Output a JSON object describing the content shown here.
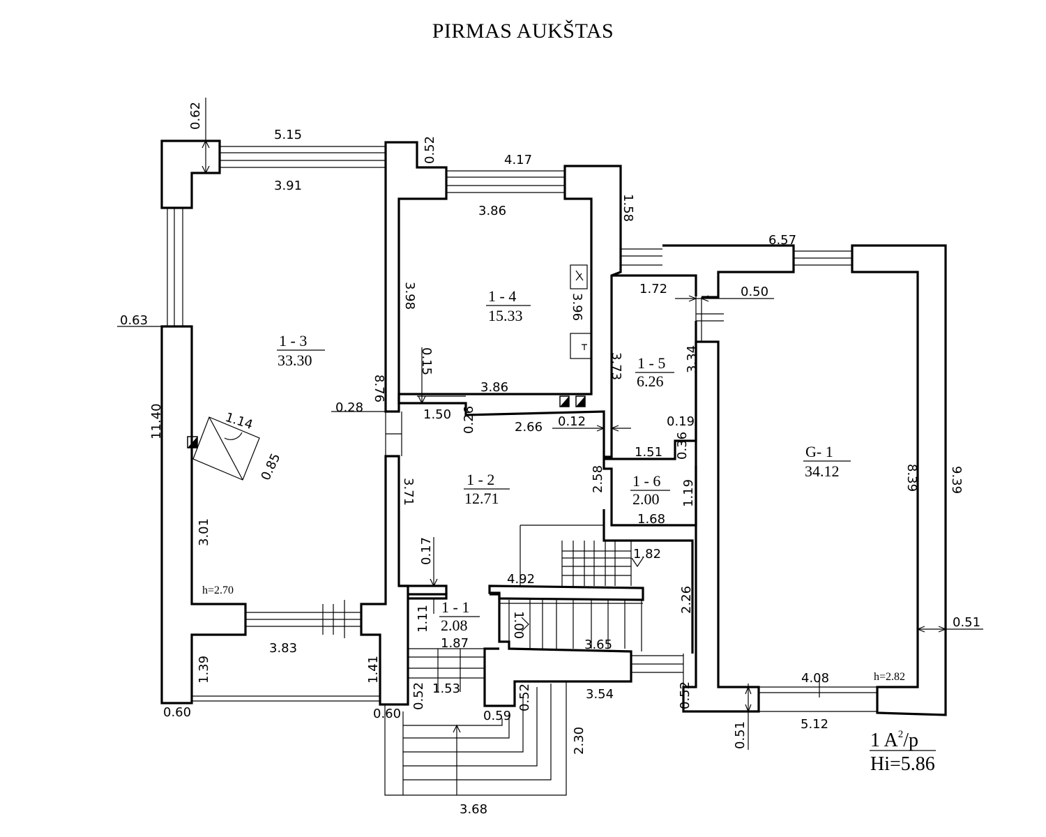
{
  "title": "PIRMAS AUKŠTAS",
  "rooms": [
    {
      "id": "1 - 3",
      "area": "33.30"
    },
    {
      "id": "1 - 4",
      "area": "15.33"
    },
    {
      "id": "1 - 5",
      "area": "6.26"
    },
    {
      "id": "1 - 2",
      "area": "12.71"
    },
    {
      "id": "1 - 6",
      "area": "2.00"
    },
    {
      "id": "1 - 1",
      "area": "2.08"
    },
    {
      "id": "G- 1",
      "area": "34.12"
    }
  ],
  "heights": [
    "h=2.70",
    "h=2.82"
  ],
  "legend": {
    "line1_main": "1  A",
    "line1_sup": "2",
    "line1_end": "/p",
    "line2": "Hi=5.86"
  },
  "dimensions": [
    "0.62",
    "5.15",
    "3.91",
    "0.52",
    "4.17",
    "3.86",
    "1.58",
    "6.57",
    "1.72",
    "0.50",
    "0.63",
    "3.98",
    "3.96",
    "11.40",
    "8.76",
    "0.15",
    "3.86",
    "3.73",
    "3.34",
    "0.28",
    "1.50",
    "0.26",
    "2.66",
    "0.12",
    "1.14",
    "0.19",
    "0.36",
    "1.51",
    "0.85",
    "2.58",
    "1.19",
    "3.71",
    "1.68",
    "8.39",
    "9.39",
    "3.01",
    "0.17",
    "1.82",
    "4.92",
    "2.26",
    "1.11",
    "1.00",
    "1.87",
    "3.65",
    "0.51",
    "3.83",
    "1.39",
    "1.41",
    "1.53",
    "3.54",
    "4.08",
    "0.52",
    "0.52",
    "0.52",
    "0.59",
    "0.60",
    "0.60",
    "5.12",
    "2.30",
    "0.51",
    "3.68"
  ]
}
